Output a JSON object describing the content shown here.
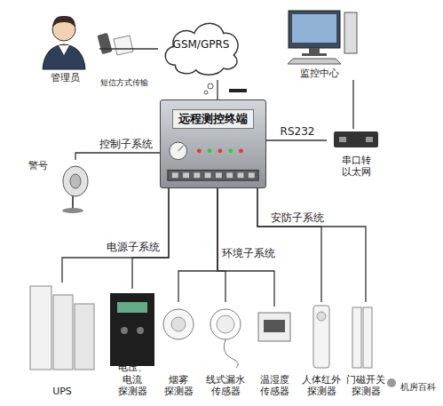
{
  "diagram": {
    "nodes": [
      {
        "text": [
          "管理员"
        ]
      },
      {
        "text": [
          "GSM/GPRS"
        ]
      },
      {
        "text": [
          "监控中心"
        ]
      },
      {
        "text": [
          "远程测控终端"
        ]
      },
      {
        "text": [
          "串口转 以太网"
        ]
      },
      {
        "text": [
          "警号"
        ]
      },
      {
        "text": [
          "UPS"
        ]
      },
      {
        "text": [
          "电压、电流 探测器"
        ]
      },
      {
        "text": [
          "烟雾 探测器"
        ]
      },
      {
        "text": [
          "线式漏水 传感器"
        ]
      },
      {
        "text": [
          "温湿度 传感器"
        ]
      },
      {
        "text": [
          "人体红外 探测器"
        ]
      },
      {
        "text": [
          "门磁开关 探测器"
        ]
      }
    ],
    "edges": [
      {
        "from": 0,
        "to": 1,
        "label": "短信方式传输",
        "arrow": "none"
      },
      {
        "from": 1,
        "to": 3,
        "arrow": "none"
      },
      {
        "from": 2,
        "to": 4,
        "arrow": "none"
      },
      {
        "from": 3,
        "to": 4,
        "label": "RS232",
        "arrow": "none"
      },
      {
        "from": 3,
        "to": 5,
        "label": "控制子系统",
        "arrow": "none"
      },
      {
        "from": 3,
        "to": 6,
        "label": "电源子系统",
        "arrow": "none"
      },
      {
        "from": 3,
        "to": 7,
        "arrow": "none"
      },
      {
        "from": 3,
        "to": 8,
        "label": "环境子系统",
        "arrow": "none"
      },
      {
        "from": 3,
        "to": 9,
        "arrow": "none"
      },
      {
        "from": 3,
        "to": 10,
        "arrow": "none"
      },
      {
        "from": 3,
        "to": 11,
        "label": "安防子系统",
        "arrow": "none"
      },
      {
        "from": 3,
        "to": 12,
        "arrow": "none"
      }
    ],
    "labels": [
      "机房百科"
    ]
  }
}
